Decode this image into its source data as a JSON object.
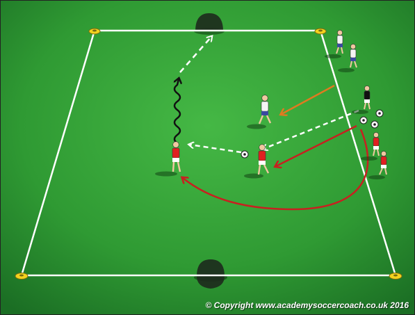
{
  "colors": {
    "pitch_light": "#3db03d",
    "pitch_dark": "#1f7a2a",
    "line_white": "#ffffff",
    "cone_yellow": "#f3d21e",
    "red_team": "#e02020",
    "white_team": "#f4f4f4",
    "arrow_orange": "#e07a20",
    "arrow_red": "#c82020",
    "dribble_black": "#111111"
  },
  "players": [
    {
      "team": "white",
      "role": "waiting-player"
    },
    {
      "team": "white",
      "role": "waiting-player"
    },
    {
      "team": "white",
      "role": "defender"
    },
    {
      "team": "red",
      "role": "attacker-receiver"
    },
    {
      "team": "red",
      "role": "attacker-passer"
    },
    {
      "team": "red",
      "role": "waiting-player"
    },
    {
      "team": "red",
      "role": "waiting-player"
    },
    {
      "team": "black",
      "role": "server"
    }
  ],
  "copyright": "© Copyright www.academysoccercoach.co.uk 2016"
}
